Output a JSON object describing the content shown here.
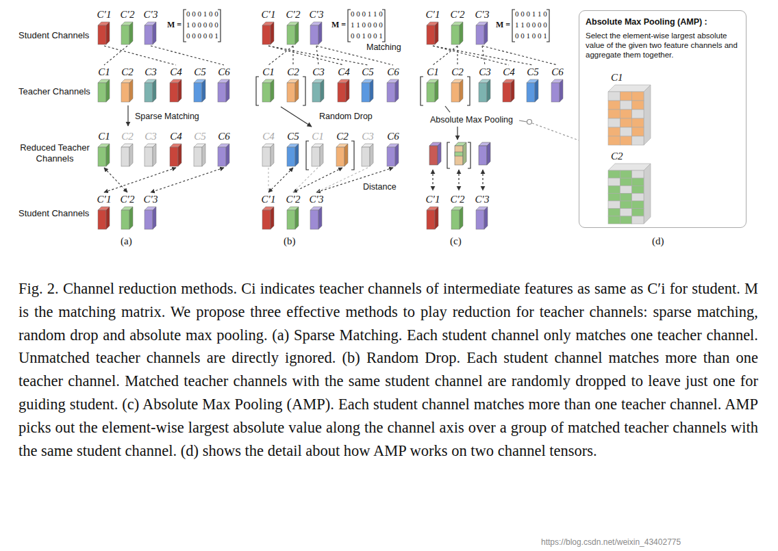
{
  "diagram": {
    "caption": "Fig. 2. Channel reduction methods. Ci indicates teacher channels of intermediate features as same as C′i for student. M is the matching matrix. We propose three effective methods to play reduction for teacher channels: sparse matching, random drop and absolute max pooling. (a) Sparse Matching. Each student channel only matches one teacher channel. Unmatched teacher channels are directly ignored. (b) Random Drop. Each student channel matches more than one teacher channel. Matched teacher channels with the same student channel are randomly dropped to leave just one for guiding student. (c) Absolute Max Pooling (AMP). Each student channel matches more than one teacher channel. AMP picks out the element-wise largest absolute value along the channel axis over a group of matched teacher channels with the same student channel. (d) shows the detail about how AMP works on two channel tensors.",
    "nodes": [
      {
        "text": [
          "C′1"
        ]
      },
      {
        "text": [
          "C′2"
        ]
      },
      {
        "text": [
          "C′3"
        ]
      },
      {
        "text": [
          "C1"
        ]
      },
      {
        "text": [
          "C2"
        ]
      },
      {
        "text": [
          "C3"
        ]
      },
      {
        "text": [
          "C4"
        ]
      },
      {
        "text": [
          "C5"
        ]
      },
      {
        "text": [
          "C6"
        ]
      },
      {
        "text": [
          "C1"
        ]
      },
      {
        "text": [
          "C2"
        ]
      },
      {
        "text": [
          "C3"
        ]
      },
      {
        "text": [
          "C4"
        ]
      },
      {
        "text": [
          "C5"
        ]
      },
      {
        "text": [
          "C6"
        ]
      },
      {
        "text": [
          "C′1"
        ]
      },
      {
        "text": [
          "C′2"
        ]
      },
      {
        "text": [
          "C′3"
        ]
      },
      {
        "text": [
          "C′1"
        ]
      },
      {
        "text": [
          "C′2"
        ]
      },
      {
        "text": [
          "C′3"
        ]
      },
      {
        "text": [
          "C1"
        ]
      },
      {
        "text": [
          "C2"
        ]
      },
      {
        "text": [
          "C3"
        ]
      },
      {
        "text": [
          "C4"
        ]
      },
      {
        "text": [
          "C5"
        ]
      },
      {
        "text": [
          "C6"
        ]
      },
      {
        "text": [
          "C4"
        ]
      },
      {
        "text": [
          "C5"
        ]
      },
      {
        "text": [
          "C1"
        ]
      },
      {
        "text": [
          "C2"
        ]
      },
      {
        "text": [
          "C3"
        ]
      },
      {
        "text": [
          "C6"
        ]
      },
      {
        "text": [
          "C′1"
        ]
      },
      {
        "text": [
          "C′2"
        ]
      },
      {
        "text": [
          "C′3"
        ]
      },
      {
        "text": [
          "C′1"
        ]
      },
      {
        "text": [
          "C′2"
        ]
      },
      {
        "text": [
          "C′3"
        ]
      },
      {
        "text": [
          "C1"
        ]
      },
      {
        "text": [
          "C2"
        ]
      },
      {
        "text": [
          "C3"
        ]
      },
      {
        "text": [
          "C4"
        ]
      },
      {
        "text": [
          "C5"
        ]
      },
      {
        "text": [
          "C6"
        ]
      },
      {
        "text": [
          "C′1"
        ]
      },
      {
        "text": [
          "C′2"
        ]
      },
      {
        "text": [
          "C′3"
        ]
      },
      {
        "text": [
          "Absolute Max Pooling (AMP) :",
          "Select the element-wise largest absolute value of the given two feature channels and aggregate them together."
        ]
      },
      {
        "text": [
          "C1"
        ],
        "in": 48
      },
      {
        "text": [
          "C2"
        ],
        "in": 48
      }
    ],
    "edges": [
      {
        "from": 0,
        "to": 6,
        "arrow": "none"
      },
      {
        "from": 1,
        "to": 3,
        "arrow": "none"
      },
      {
        "from": 2,
        "to": 8,
        "arrow": "none"
      },
      {
        "from": 9,
        "to": 16,
        "arrow": "both"
      },
      {
        "from": 12,
        "to": 15,
        "arrow": "both"
      },
      {
        "from": 14,
        "to": 17,
        "arrow": "both"
      },
      {
        "from": 18,
        "to": 24,
        "arrow": "none"
      },
      {
        "from": 18,
        "to": 25,
        "arrow": "none"
      },
      {
        "from": 19,
        "to": 21,
        "arrow": "none"
      },
      {
        "from": 19,
        "to": 22,
        "arrow": "none"
      },
      {
        "from": 20,
        "to": 23,
        "arrow": "none"
      },
      {
        "from": 20,
        "to": 26,
        "arrow": "none"
      },
      {
        "from": 28,
        "to": 33,
        "arrow": "both"
      },
      {
        "from": 30,
        "to": 34,
        "arrow": "both"
      },
      {
        "from": 32,
        "to": 35,
        "arrow": "both"
      },
      {
        "from": 27,
        "to": 33,
        "arrow": "none"
      },
      {
        "from": 29,
        "to": 34,
        "arrow": "none"
      },
      {
        "from": 31,
        "to": 35,
        "arrow": "none"
      },
      {
        "from": 36,
        "to": 42,
        "arrow": "none"
      },
      {
        "from": 36,
        "to": 43,
        "arrow": "none"
      },
      {
        "from": 37,
        "to": 39,
        "arrow": "none"
      },
      {
        "from": 37,
        "to": 40,
        "arrow": "none"
      },
      {
        "from": 38,
        "to": 41,
        "arrow": "none"
      },
      {
        "from": 38,
        "to": 44,
        "arrow": "none"
      }
    ],
    "labels": [
      "Student Channels",
      "Teacher Channels",
      "Reduced Teacher Channels",
      "Student Channels",
      "M =",
      "0 0 0 1 0 0",
      "1 0 0 0 0 0",
      "0 0 0 0 0 1",
      "Sparse Matching",
      "(a)",
      "M =",
      "0 0 0 1 1 0",
      "1 1 0 0 0 0",
      "0 0 1 0 0 1",
      "Matching",
      "Random Drop",
      "Distance",
      "(b)",
      "M =",
      "0 0 0 1 1 0",
      "1 1 0 0 0 0",
      "0 0 1 0 0 1",
      "Absolute Max Pooling",
      "(c)",
      "(d)",
      "https://blog.csdn.net/weixin_43402775"
    ]
  }
}
